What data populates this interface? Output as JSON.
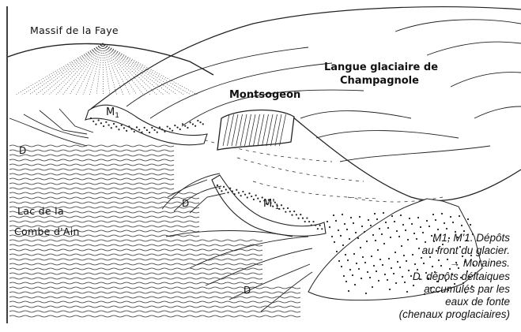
{
  "labels": {
    "massif": "Massif de la Faye",
    "langue_line1": "Langue glaciaire de",
    "langue_line2": "Champagnole",
    "montsogeon": "Montsogeon",
    "lac_line1": "Lac de la",
    "lac_line2": "Combe d'Ain",
    "moraine_m1": "M",
    "moraine_m1_sub": "1",
    "moraine_m1p": "M'",
    "moraine_m1p_sub": "1",
    "delta_d1": "D",
    "delta_d2": "D",
    "delta_d3": "D"
  },
  "legend": {
    "line1": "M1, M'1. Dépôts",
    "line2": "au front du glacier.",
    "line3": "→ Moraines.",
    "line4": "D. dépôts déltaiques",
    "line5": "accumulés par les",
    "line6": "eaux de fonte",
    "line7": "(chenaux proglaciaires)"
  },
  "colors": {
    "ink": "#111111",
    "paper": "#ffffff"
  }
}
